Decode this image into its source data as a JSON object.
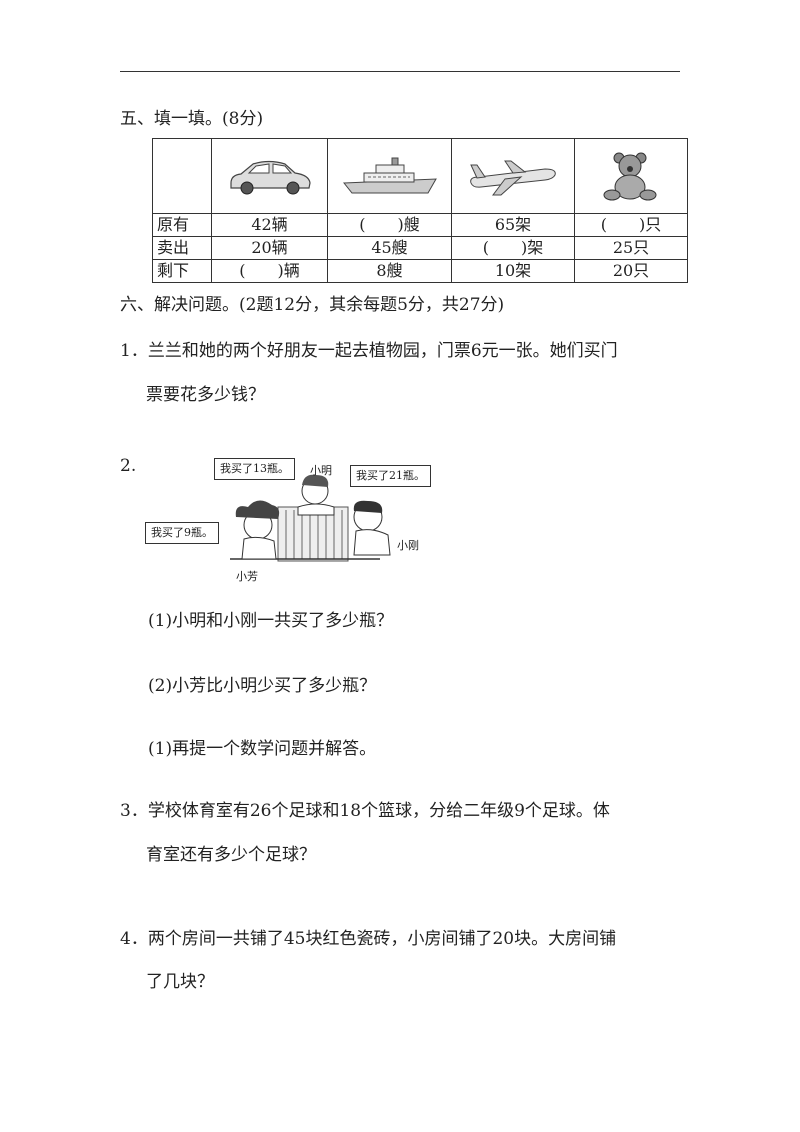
{
  "section5": {
    "title": "五、填一填。(8分)",
    "table": {
      "row_labels": [
        "原有",
        "卖出",
        "剩下"
      ],
      "pictures": [
        "car-icon",
        "ship-icon",
        "airplane-icon",
        "teddy-bear-icon"
      ],
      "rows": [
        [
          "42辆",
          "(　　)艘",
          "65架",
          "(　　)只"
        ],
        [
          "20辆",
          "45艘",
          "(　　)架",
          "25只"
        ],
        [
          "(　　)辆",
          "8艘",
          "10架",
          "20只"
        ]
      ]
    }
  },
  "section6": {
    "title": "六、解决问题。(2题12分，其余每题5分，共27分)",
    "q1": {
      "num": "1．",
      "line1": "兰兰和她的两个好朋友一起去植物园，门票6元一张。她们买门",
      "line2": "票要花多少钱？"
    },
    "q2": {
      "num": "2.",
      "speech_xiaoming": "我买了13瓶。",
      "speech_xiaogang": "我买了21瓶。",
      "speech_xiaofang": "我买了9瓶。",
      "name_xiaoming": "小明",
      "name_xiaogang": "小刚",
      "name_xiaofang": "小芳",
      "sub1": "(1)小明和小刚一共买了多少瓶？",
      "sub2": "(2)小芳比小明少买了多少瓶？",
      "sub3": "(1)再提一个数学问题并解答。"
    },
    "q3": {
      "num": "3．",
      "line1": "学校体育室有26个足球和18个篮球，分给二年级9个足球。体",
      "line2": "育室还有多少个足球？"
    },
    "q4": {
      "num": "4．",
      "line1": "两个房间一共铺了45块红色瓷砖，小房间铺了20块。大房间铺",
      "line2": "了几块？"
    }
  }
}
